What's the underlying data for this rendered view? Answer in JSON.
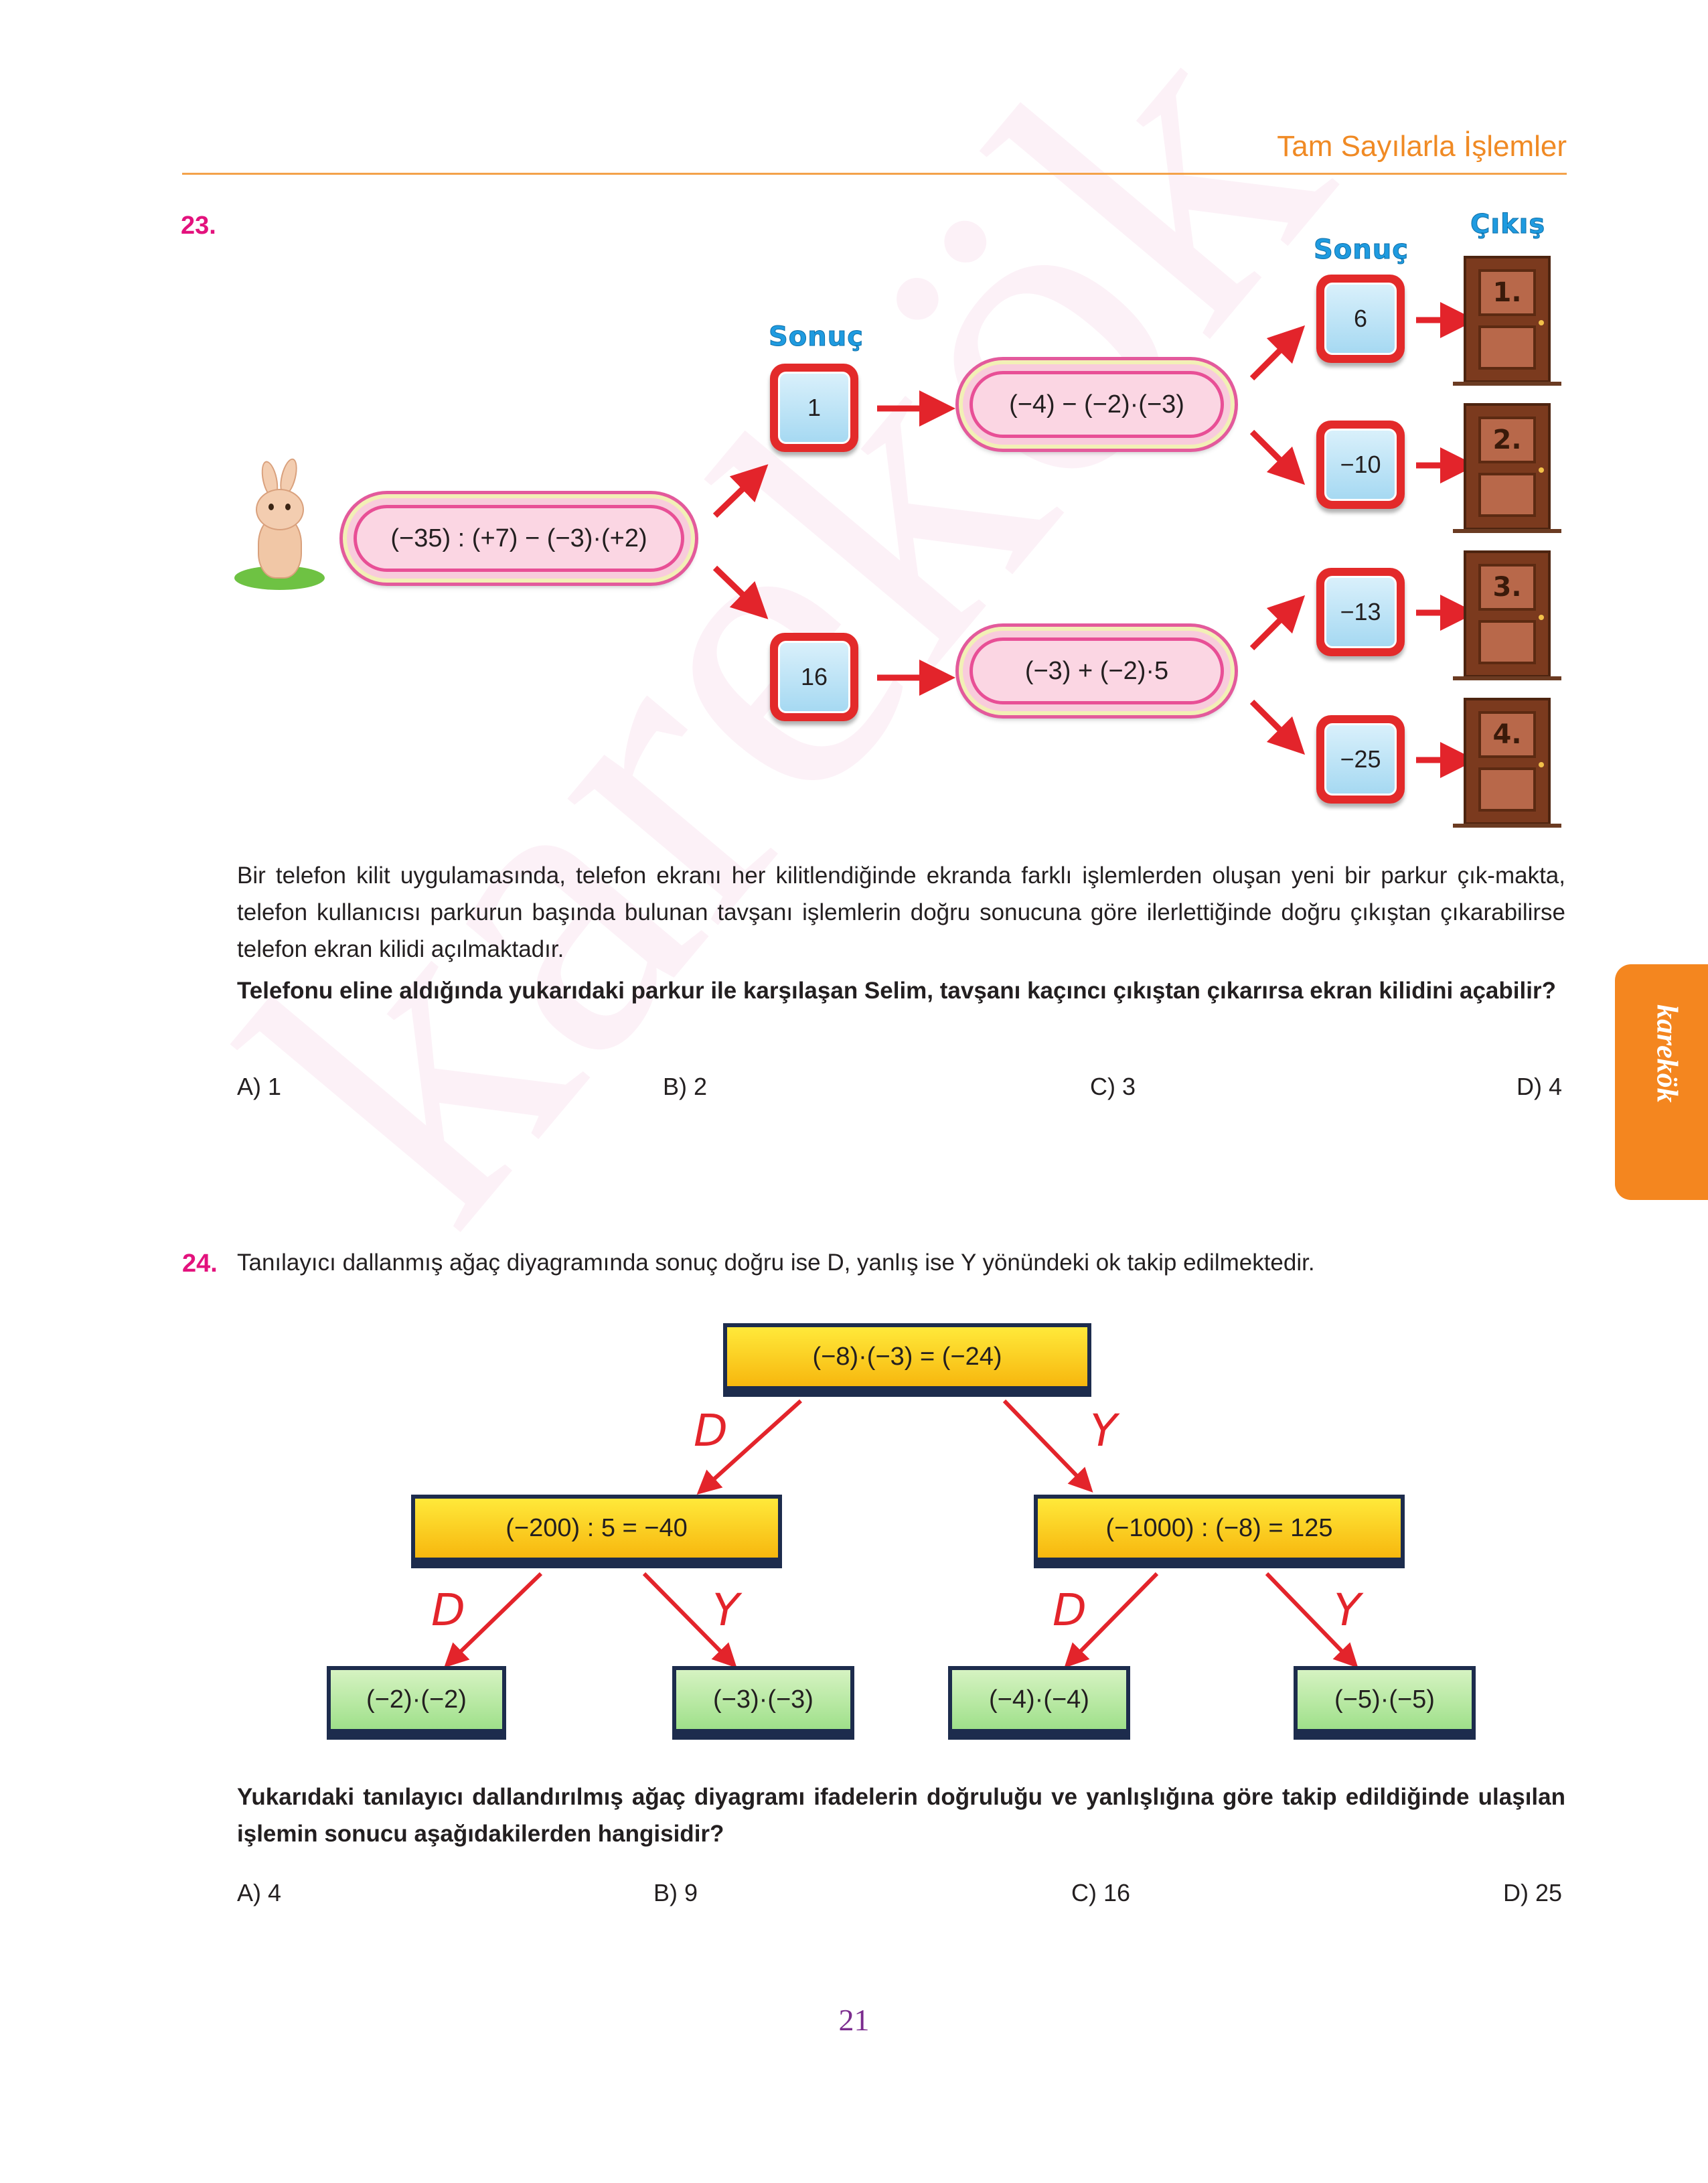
{
  "header": {
    "title": "Tam Sayılarla İşlemler"
  },
  "watermark": "karekök",
  "side_tab": {
    "brand": "karekök"
  },
  "q23": {
    "number": "23.",
    "start_expression": "(−35) : (+7) − (−3)·(+2)",
    "sonuc_label": "Sonuç",
    "cikis_label": "Çıkış",
    "level1_results": [
      "1",
      "16"
    ],
    "level2_expressions": [
      "(−4) − (−2)·(−3)",
      "(−3) + (−2)·5"
    ],
    "final_results": [
      "6",
      "−10",
      "−13",
      "−25"
    ],
    "doors": [
      "1.",
      "2.",
      "3.",
      "4."
    ],
    "paragraph": "Bir telefon kilit uygulamasında, telefon ekranı her kilitlendiğinde ekranda farklı işlemlerden oluşan yeni bir parkur çık-makta, telefon kullanıcısı parkurun başında bulunan tavşanı işlemlerin doğru sonucuna göre ilerlettiğinde doğru çıkıştan çıkarabilirse telefon ekran kilidi açılmaktadır.",
    "question": "Telefonu eline aldığında yukarıdaki parkur ile karşılaşan Selim, tavşanı kaçıncı çıkıştan çıkarırsa ekran kilidini açabilir?",
    "options": [
      "A) 1",
      "B) 2",
      "C) 3",
      "D) 4"
    ]
  },
  "q24": {
    "number": "24.",
    "intro": "Tanılayıcı dallanmış  ağaç diyagramında sonuç doğru ise D, yanlış ise Y yönündeki ok takip edilmektedir.",
    "root": "(−8)·(−3) = (−24)",
    "level1": [
      "(−200) : 5 = −40",
      "(−1000) : (−8) = 125"
    ],
    "leaves": [
      "(−2)·(−2)",
      "(−3)·(−3)",
      "(−4)·(−4)",
      "(−5)·(−5)"
    ],
    "branch_true": "D",
    "branch_false": "Y",
    "question": "Yukarıdaki tanılayıcı dallandırılmış ağaç diyagramı ifadelerin doğruluğu ve yanlışlığına göre takip edildiğinde ulaşılan işlemin sonucu aşağıdakilerden hangisidir?",
    "options": [
      "A) 4",
      "B) 9",
      "C) 16",
      "D) 25"
    ]
  },
  "page_number": "21",
  "colors": {
    "accent": "#f08a24",
    "question_number": "#e3127d",
    "arrow": "#e3242b",
    "result_box": "#e32a2a",
    "sonuc": "#1f9be0"
  }
}
